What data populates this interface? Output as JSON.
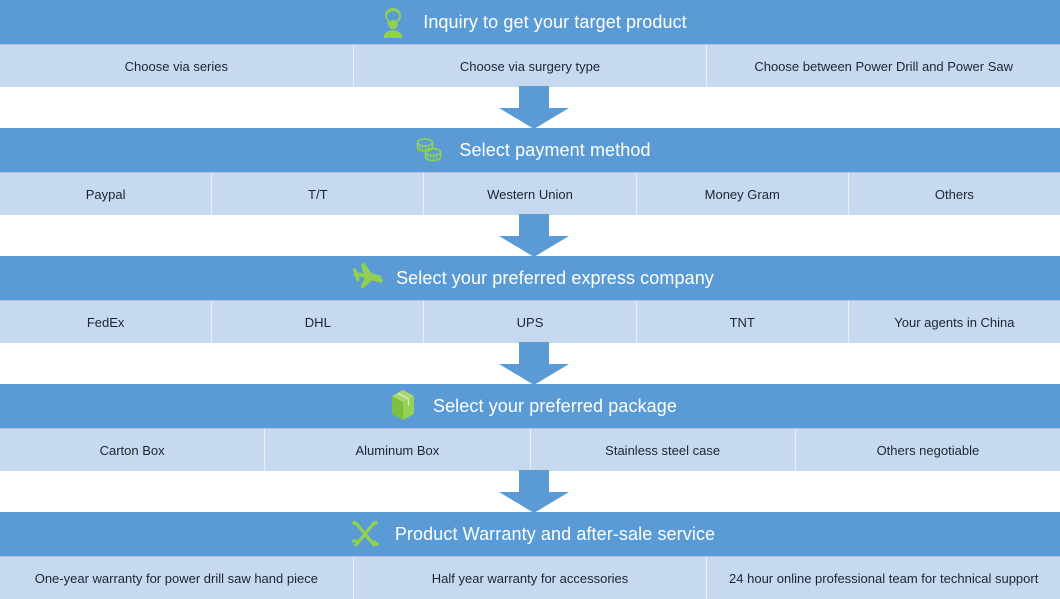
{
  "palette": {
    "band_blue": "#5b9bd5",
    "option_blue": "#c7d9ef",
    "icon_green": "#92d050",
    "title_white": "#ffffff",
    "text_dark": "#1b2535",
    "arrow_blue": "#5b9bd5",
    "background": "#ffffff"
  },
  "sections": [
    {
      "id": "inquiry",
      "title": "Inquiry to get your target product",
      "icon": "support-agent-icon",
      "options": [
        "Choose via series",
        "Choose via surgery type",
        "Choose  between Power Drill and Power Saw"
      ]
    },
    {
      "id": "payment",
      "title": "Select payment method",
      "icon": "coins-icon",
      "options": [
        "Paypal",
        "T/T",
        "Western Union",
        "Money Gram",
        "Others"
      ]
    },
    {
      "id": "express",
      "title": "Select your preferred express company",
      "icon": "airplane-icon",
      "options": [
        "FedEx",
        "DHL",
        "UPS",
        "TNT",
        "Your agents in China"
      ]
    },
    {
      "id": "package",
      "title": "Select your preferred package",
      "icon": "box-icon",
      "options": [
        "Carton Box",
        "Aluminum Box",
        "Stainless steel case",
        "Others negotiable"
      ]
    },
    {
      "id": "warranty",
      "title": "Product Warranty and after-sale service",
      "icon": "tools-icon",
      "options": [
        "One-year warranty for power drill saw hand piece",
        "Half year warranty for accessories",
        "24 hour online professional team for technical support"
      ]
    }
  ],
  "connectors": [
    {
      "id": "arrow-1",
      "label": "down-arrow"
    },
    {
      "id": "arrow-2",
      "label": "down-arrow"
    },
    {
      "id": "arrow-3",
      "label": "down-arrow"
    },
    {
      "id": "arrow-4",
      "label": "down-arrow"
    }
  ]
}
